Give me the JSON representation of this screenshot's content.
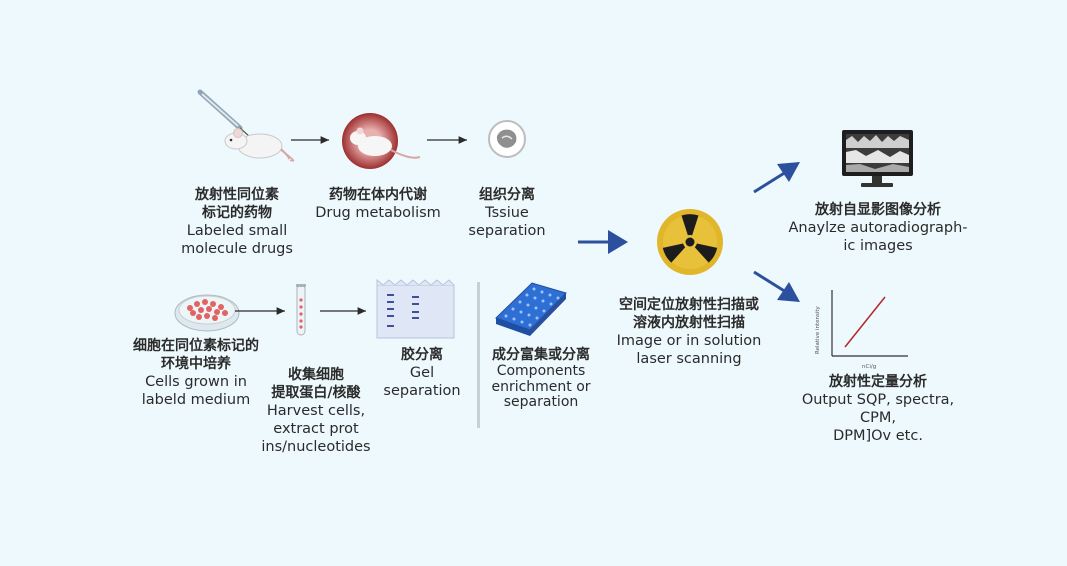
{
  "labels": {
    "labeled": {
      "cn1": "放射性同位素",
      "cn2": "标记的药物",
      "en1": "Labeled small",
      "en2": "molecule drugs"
    },
    "drug_metab": {
      "cn": "药物在体内代谢",
      "en": "Drug metabolism"
    },
    "tissue": {
      "cn": "组织分离",
      "en1": "Tssiue",
      "en2": "separation"
    },
    "cells": {
      "cn1": "细胞在同位素标记的",
      "cn2": "环境中培养",
      "en1": "Cells grown in",
      "en2": "labeld medium"
    },
    "harvest": {
      "cn1": "收集细胞",
      "cn2": "提取蛋白/核酸",
      "en1": "Harvest cells,",
      "en2": "extract prot",
      "en3": "ins/nucleotides"
    },
    "gel": {
      "cn": "胶分离",
      "en1": "Gel",
      "en2": "separation"
    },
    "components": {
      "cn": "成分富集或分离",
      "en1": "Components",
      "en2": "enrichment or",
      "en3": "separation"
    },
    "scan": {
      "cn1": "空间定位放射性扫描或",
      "cn2": "溶液内放射性扫描",
      "en1": "Image or in solution",
      "en2": "laser scanning"
    },
    "autorad": {
      "cn": "放射自显影图像分析",
      "en1": "Anaylze autoradiograph-",
      "en2": "ic images"
    },
    "quant": {
      "cn": "放射性定量分析",
      "en1": "Output SQP, spectra, CPM,",
      "en2": "DPM]Ov etc."
    }
  },
  "graph": {
    "ylabel": "Relative intensity",
    "xlabel": "nCi/g"
  },
  "colors": {
    "background": "#eef9fd",
    "arrow_blue": "#2c4f9e",
    "radiation_yellow": "#e2b62a",
    "line_red": "#b0282a"
  },
  "icons": [
    "syringe-icon",
    "mouse-icon",
    "tissue-icon",
    "petri-dish-icon",
    "test-tube-icon",
    "gel-icon",
    "well-plate-icon",
    "radiation-icon",
    "monitor-icon",
    "graph-icon"
  ]
}
